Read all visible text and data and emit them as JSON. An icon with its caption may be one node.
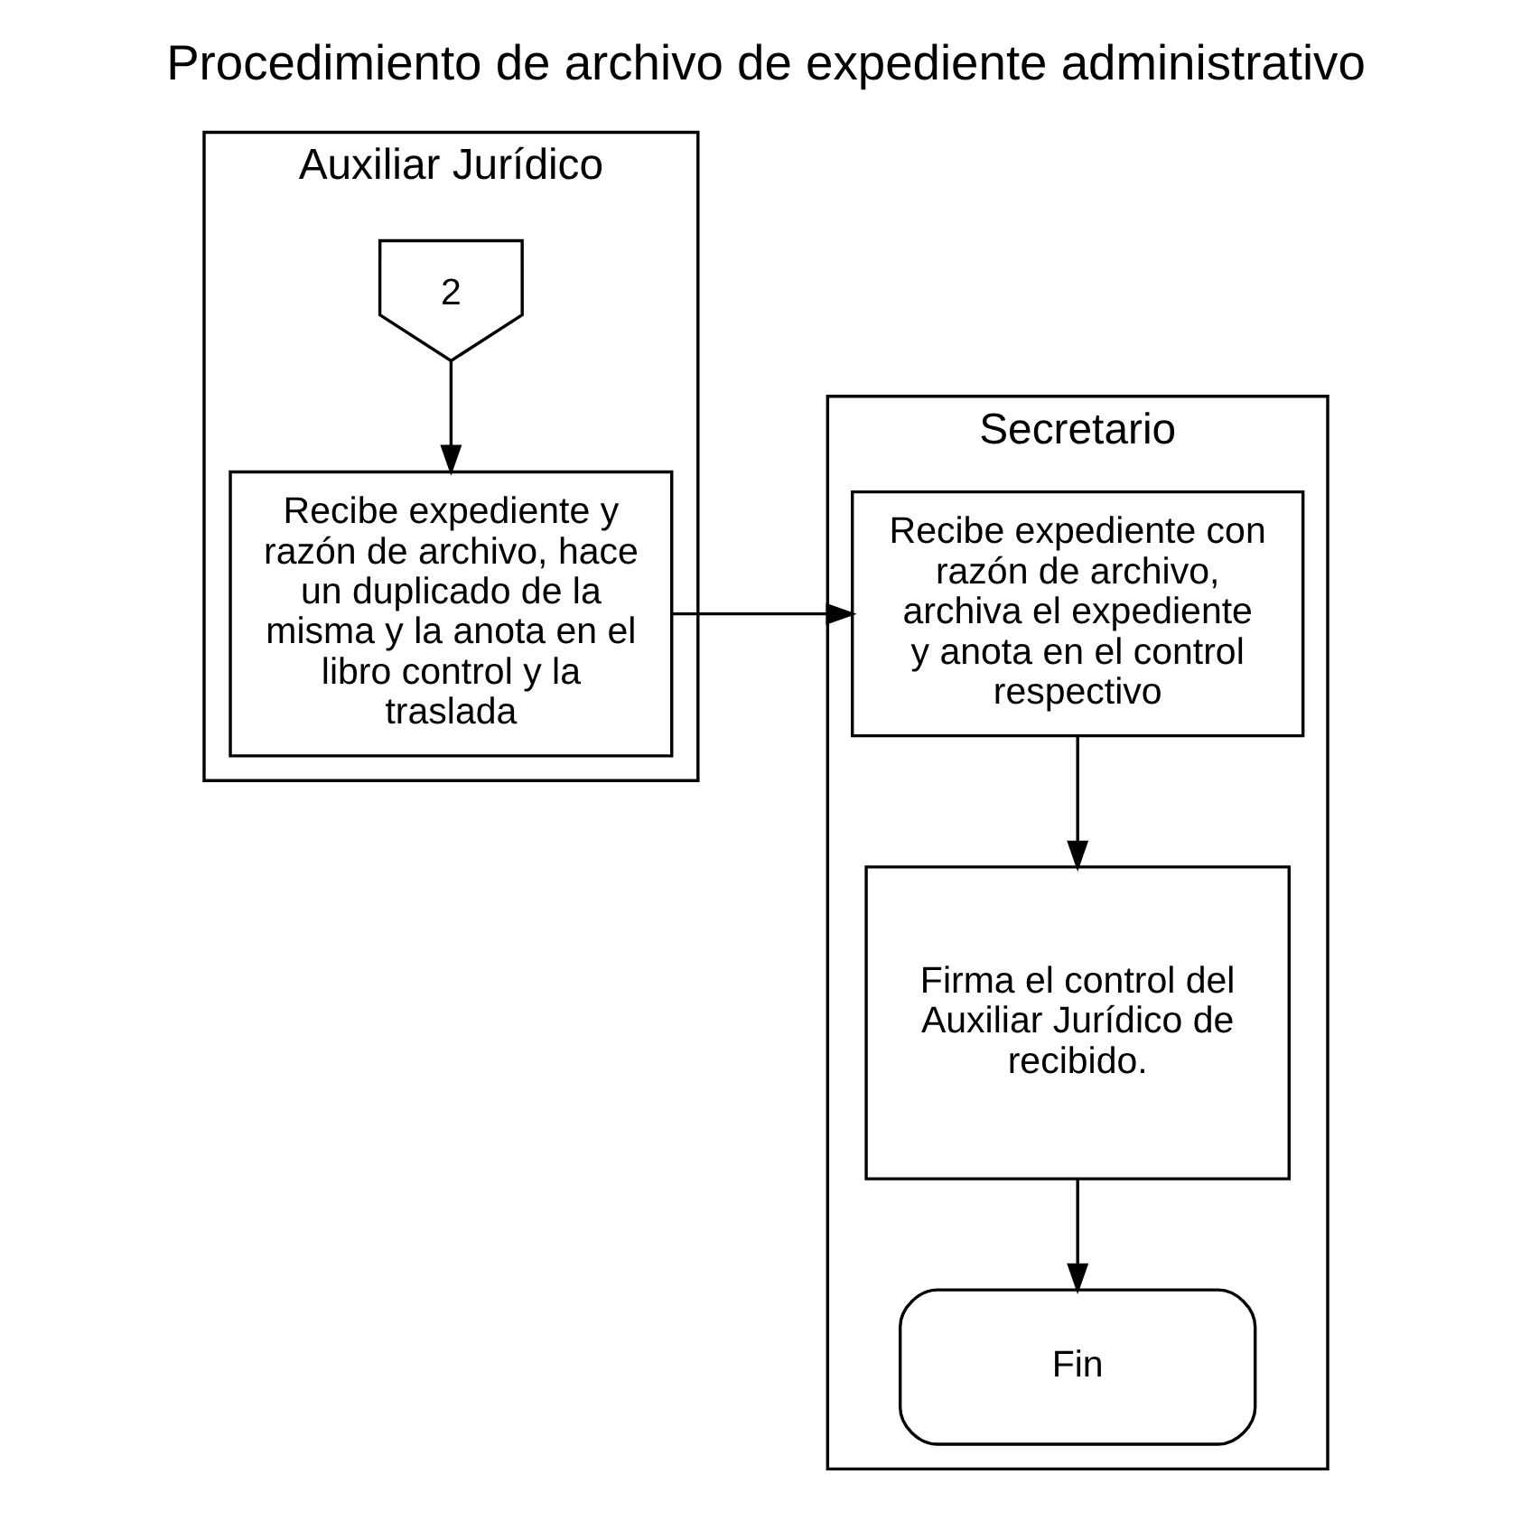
{
  "diagram": {
    "title": "Procedimiento de archivo de expediente administrativo",
    "nodes": [
      {
        "text": [
          "Auxiliar Jurídico"
        ]
      },
      {
        "text": [
          "2"
        ],
        "in": 0
      },
      {
        "text": [
          "Recibe expediente y razón de archivo, hace un duplicado de la misma y la anota en el libro control y la traslada"
        ],
        "in": 0
      },
      {
        "text": [
          "Secretario"
        ]
      },
      {
        "text": [
          "Recibe expediente con razón de archivo, archiva el expediente y anota en el control respectivo"
        ],
        "in": 3
      },
      {
        "text": [
          "Firma el control del Auxiliar Jurídico de recibido."
        ],
        "in": 3
      },
      {
        "text": [
          "Fin"
        ],
        "in": 3
      }
    ],
    "edges": [
      {
        "from": 1,
        "to": 2,
        "arrow": "to"
      },
      {
        "from": 2,
        "to": 4,
        "arrow": "to"
      },
      {
        "from": 4,
        "to": 5,
        "arrow": "to"
      },
      {
        "from": 5,
        "to": 6,
        "arrow": "to"
      }
    ]
  }
}
